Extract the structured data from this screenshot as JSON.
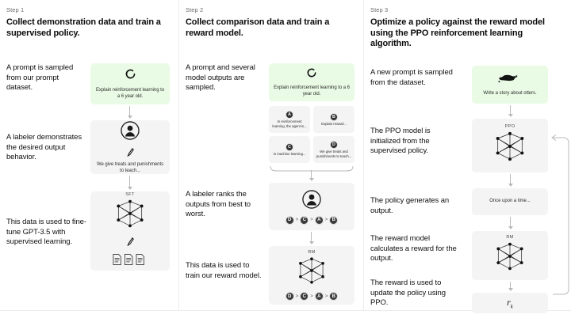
{
  "steps": [
    {
      "label": "Step 1",
      "title": "Collect demonstration data and train a supervised policy.",
      "captions": [
        "A prompt is sampled from our prompt dataset.",
        "A labeler demonstrates the desired output behavior.",
        "This data is used to fine-tune GPT-3.5 with supervised learning."
      ],
      "prompt_box": {
        "icon": "refresh-circle-icon",
        "text": "Explain reinforcement learning to a 6 year old."
      },
      "labeler_box": {
        "icon": "person-circle-icon",
        "pen_icon": "pen-icon",
        "text": "We give treats and punishments to teach..."
      },
      "model_box": {
        "model_label": "SFT",
        "net_icon": "neural-network-icon",
        "pen_icon": "pen-icon",
        "docs_icon": "documents-icon"
      }
    },
    {
      "label": "Step 2",
      "title": "Collect comparison data and train a reward model.",
      "captions": [
        "A prompt and several model outputs are sampled.",
        "A labeler ranks the outputs from best to worst.",
        "This data is used to train our reward model."
      ],
      "prompt_box": {
        "icon": "refresh-circle-icon",
        "text": "Explain reinforcement learning to a 6 year old."
      },
      "options": [
        {
          "badge": "A",
          "text": "In reinforcement learning, the agent is..."
        },
        {
          "badge": "B",
          "text": "Explain reward..."
        },
        {
          "badge": "C",
          "text": "In machine learning..."
        },
        {
          "badge": "D",
          "text": "We give treats and punishments to teach..."
        }
      ],
      "ranking_box": {
        "icon": "person-circle-icon",
        "ranking": [
          "D",
          "C",
          "A",
          "B"
        ],
        "separator": ">"
      },
      "reward_box": {
        "model_label": "RM",
        "net_icon": "neural-network-icon",
        "ranking": [
          "D",
          "C",
          "A",
          "B"
        ],
        "separator": ">"
      }
    },
    {
      "label": "Step 3",
      "title": "Optimize a policy against the reward model using the PPO reinforcement learning algorithm.",
      "captions": [
        "A new prompt is sampled from the dataset.",
        "The PPO model is initialized from the supervised policy.",
        "The policy generates an output.",
        "The reward model calculates a reward for the output.",
        "The reward is used to update the policy using PPO."
      ],
      "prompt_box": {
        "icon": "otter-icon",
        "text": "Write a story about otters."
      },
      "ppo_box": {
        "model_label": "PPO",
        "net_icon": "neural-network-icon"
      },
      "output_box": {
        "text": "Once upon a time..."
      },
      "rm_box": {
        "model_label": "RM",
        "net_icon": "neural-network-icon"
      },
      "reward_box": {
        "symbol": "r",
        "subscript": "k"
      }
    }
  ],
  "colors": {
    "prompt_green": "#e9fbe4",
    "panel_gray": "#f4f4f4",
    "divider": "#ececec",
    "arrow": "#b9b9b9",
    "text": "#101010",
    "muted": "#6e6e6e"
  }
}
